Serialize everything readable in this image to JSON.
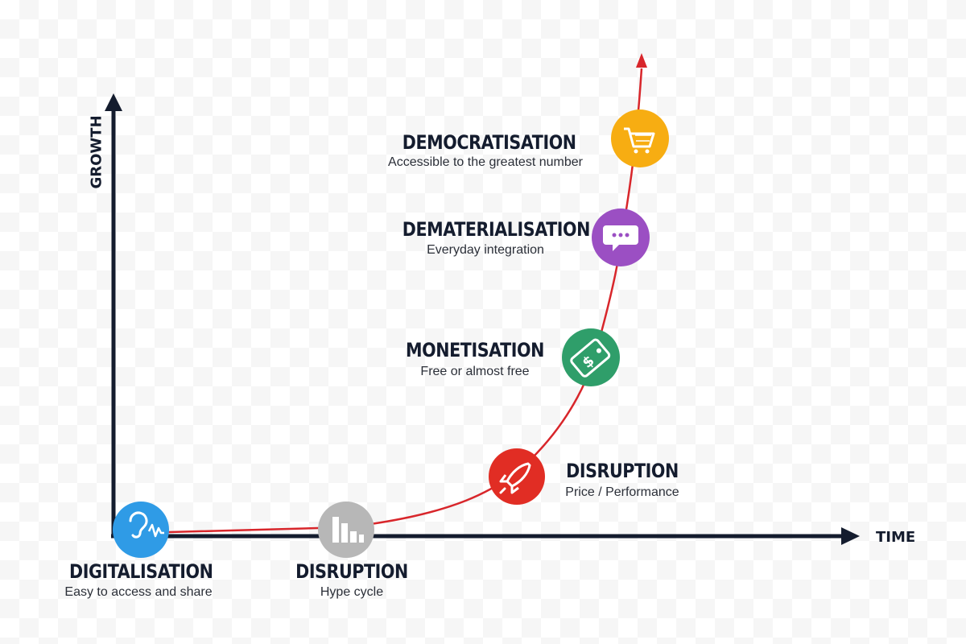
{
  "axes": {
    "y_label": "GROWTH",
    "x_label": "TIME"
  },
  "stages": [
    {
      "title": "DIGITALISATION",
      "subtitle": "Easy to access and share",
      "icon": "ear-waveform-icon",
      "color": "#2f9be6"
    },
    {
      "title": "DISRUPTION",
      "subtitle": "Hype cycle",
      "icon": "bar-chart-icon",
      "color": "#b7b7b7"
    },
    {
      "title": "DISRUPTION",
      "subtitle": "Price / Performance",
      "icon": "rocket-icon",
      "color": "#e12d24"
    },
    {
      "title": "MONETISATION",
      "subtitle": "Free or almost free",
      "icon": "price-tag-icon",
      "color": "#2f9e6a"
    },
    {
      "title": "DEMATERIALISATION",
      "subtitle": "Everyday integration",
      "icon": "chat-bubble-icon",
      "color": "#9b4fc3"
    },
    {
      "title": "DEMOCRATISATION",
      "subtitle": "Accessible to the greatest number",
      "icon": "shopping-cart-icon",
      "color": "#f7ad12"
    }
  ],
  "colors": {
    "curve": "#d8262b",
    "axis": "#141c2e"
  }
}
